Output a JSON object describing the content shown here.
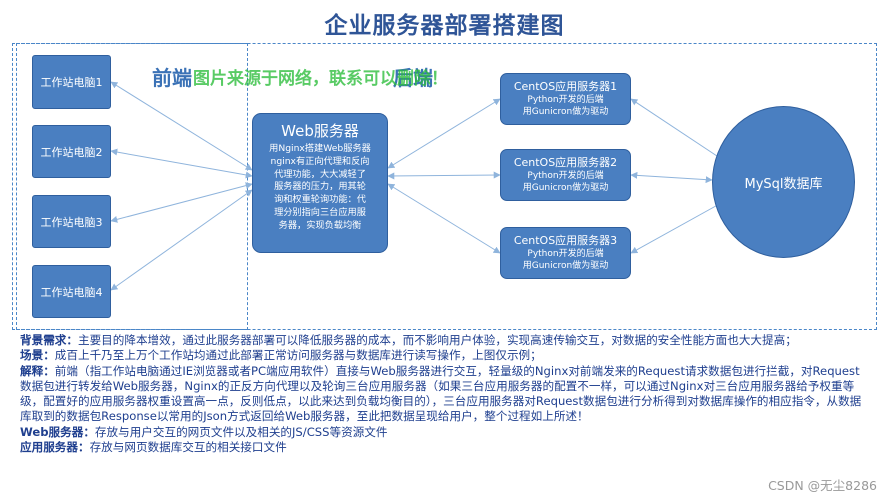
{
  "title": "企业服务器部署搭建图",
  "labels": {
    "frontend": "前端",
    "backend": "后端"
  },
  "watermark": "图片来源于网络，联系可以删除！",
  "workstations": [
    "工作站电脑1",
    "工作站电脑2",
    "工作站电脑3",
    "工作站电脑4"
  ],
  "web_server": {
    "title": "Web服务器",
    "desc_lines": [
      "用Nginx搭建Web服务器",
      "nginx有正向代理和反向",
      "代理功能，大大减轻了",
      "服务器的压力，用其轮",
      "询和权重轮询功能：代",
      "理分别指向三台应用服",
      "务器，实现负载均衡"
    ]
  },
  "app_servers": [
    {
      "title": "CentOS应用服务器1",
      "line1": "Python开发的后端",
      "line2": "用Gunicron做为驱动"
    },
    {
      "title": "CentOS应用服务器2",
      "line1": "Python开发的后端",
      "line2": "用Gunicron做为驱动"
    },
    {
      "title": "CentOS应用服务器3",
      "line1": "Python开发的后端",
      "line2": "用Gunicron做为驱动"
    }
  ],
  "database": "MySql数据库",
  "description": [
    {
      "label": "背景需求：",
      "text": "主要目的降本增效，通过此服务器部署可以降低服务器的成本，而不影响用户体验，实现高速传输交互，对数据的安全性能方面也大大提高；"
    },
    {
      "label": "场景：",
      "text": "成百上千乃至上万个工作站均通过此部署正常访问服务器与数据库进行读写操作，上图仅示例；"
    },
    {
      "label": "解释：",
      "text": "前端（指工作站电脑通过IE浏览器或者PC端应用软件）直接与Web服务器进行交互，轻量级的Nginx对前端发来的Request请求数据包进行拦截，对Request数据包进行转发给Web服务器，Nginx的正反方向代理以及轮询三台应用服务器（如果三台应用服务器的配置不一样，可以通过Nginx对三台应用服务器给予权重等级，配置好的应用服务器权重设置高一点，反则低点，以此来达到负载均衡目的），三台应用服务器对Request数据包进行分析得到对数据库操作的相应指令，从数据库取到的数据包Response以常用的Json方式返回给Web服务器，至此把数据呈现给用户，整个过程如上所述！"
    },
    {
      "label": "Web服务器：",
      "text": "存放与用户交互的网页文件以及相关的JS/CSS等资源文件"
    },
    {
      "label": "应用服务器：",
      "text": "存放与网页数据库交互的相关接口文件"
    }
  ],
  "credit": "CSDN @无尘8286"
}
